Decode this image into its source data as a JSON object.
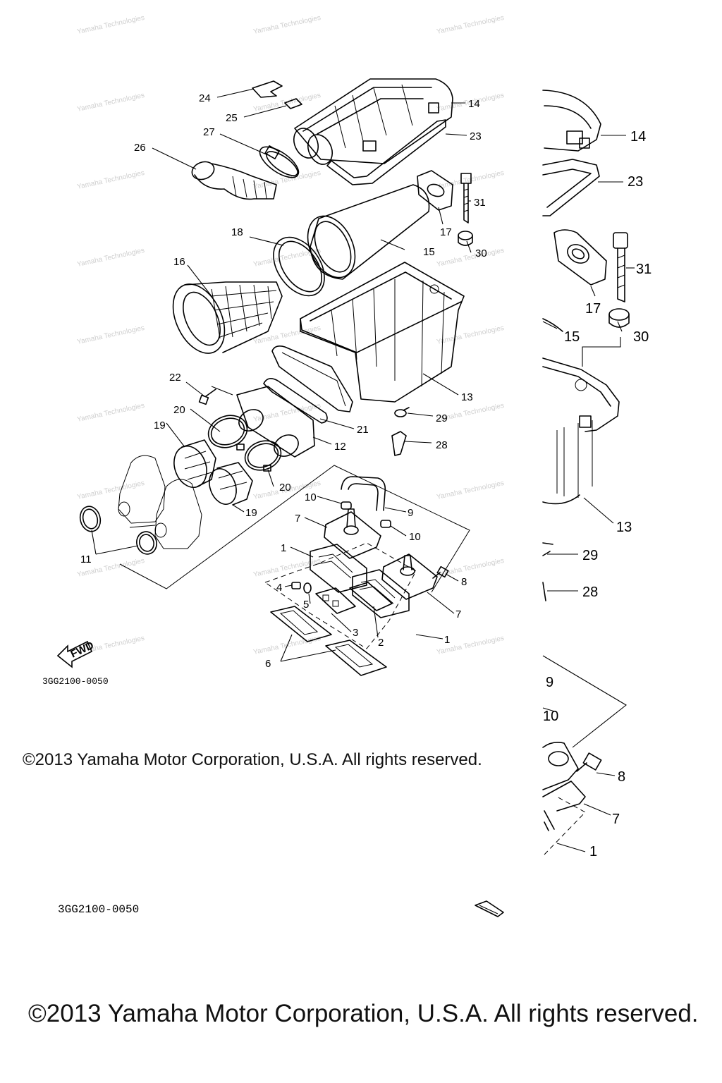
{
  "diagram": {
    "callouts": [
      "1",
      "2",
      "3",
      "4",
      "5",
      "6",
      "7",
      "8",
      "9",
      "10",
      "11",
      "12",
      "13",
      "14",
      "15",
      "16",
      "17",
      "18",
      "19",
      "20",
      "21",
      "22",
      "23",
      "24",
      "25",
      "26",
      "27",
      "28",
      "29",
      "30",
      "31"
    ],
    "drawing_code": "3GG2100-0050",
    "fwd_label": "FWD",
    "watermark": "Yamaha Technologies",
    "zoom_callouts": [
      "14",
      "23",
      "31",
      "17",
      "15",
      "30",
      "13",
      "29",
      "28",
      "9",
      "10",
      "8",
      "7",
      "1"
    ]
  },
  "copyright": {
    "small": "©2013 Yamaha Motor Corporation, U.S.A. All rights reserved.",
    "large": "©2013 Yamaha Motor Corporation, U.S.A. All rights reserved."
  }
}
